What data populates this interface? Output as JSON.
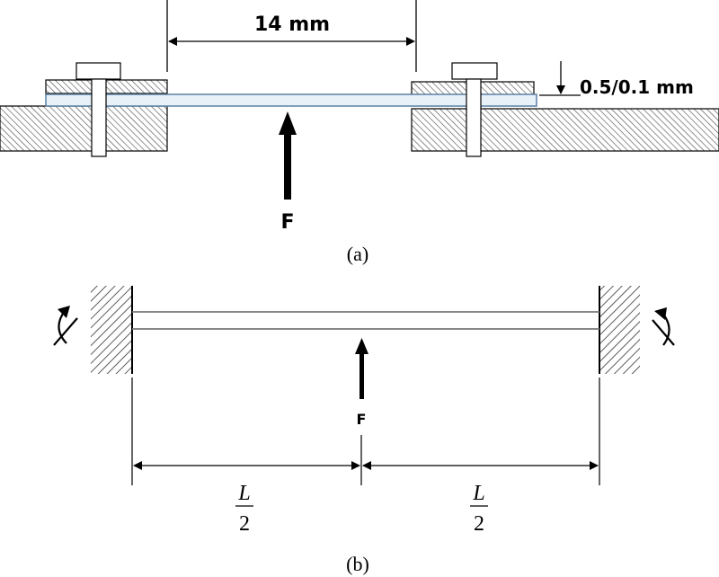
{
  "panel_a": {
    "span_label": "14 mm",
    "thickness_label": "0.5/0.1 mm",
    "force_label": "F",
    "caption": "(a)"
  },
  "panel_b": {
    "force_label": "F",
    "half_span_numerator": "L",
    "half_span_denominator": "2",
    "caption": "(b)"
  },
  "colors": {
    "ink": "#000000",
    "beam_edge": "#5b7fa6",
    "beam_fill": "#e9f1f8",
    "hatch": "#555555"
  }
}
